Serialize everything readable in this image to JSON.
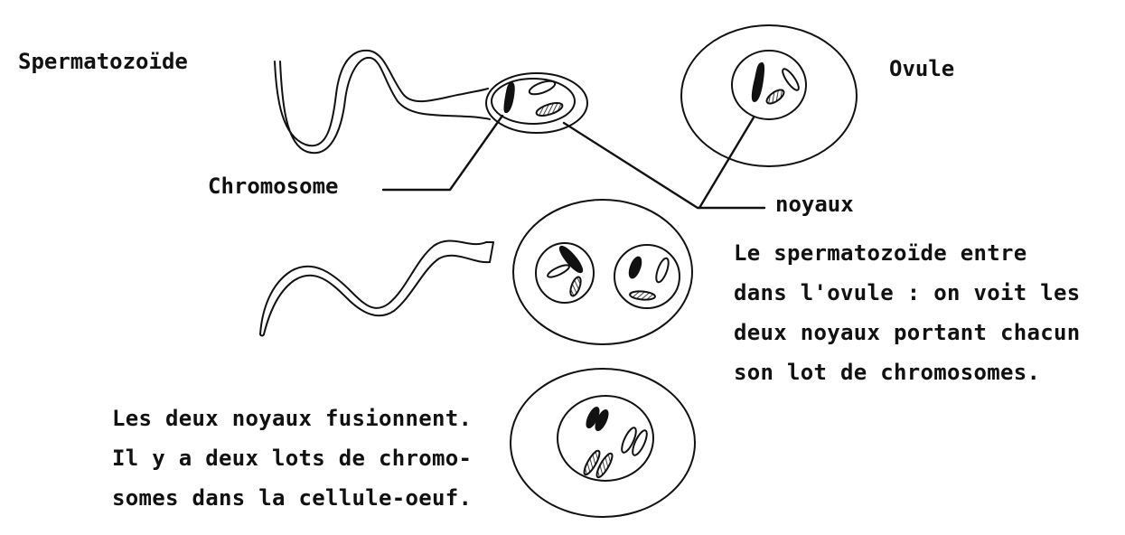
{
  "labels": {
    "spermatozoide": "Spermatozoïde",
    "ovule": "Ovule",
    "chromosome": "Chromosome",
    "noyaux": "noyaux"
  },
  "description_right": {
    "lines": [
      "Le spermatozoïde entre",
      "dans l'ovule : on voit les",
      "deux noyaux portant chacun",
      "son lot de chromosomes."
    ]
  },
  "description_left": {
    "lines": [
      "Les deux noyaux fusionnent.",
      "Il y a deux lots de chromo-",
      "somes dans la cellule-oeuf."
    ]
  },
  "colors": {
    "ink": "#111111",
    "paper": "#ffffff"
  }
}
